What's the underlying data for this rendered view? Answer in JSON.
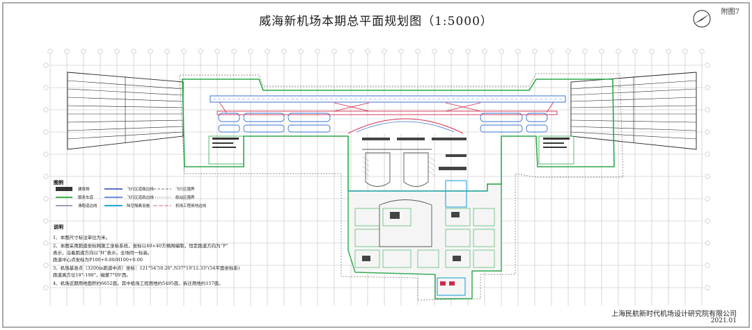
{
  "title": "威海新机场本期总平面规划图（1:5000）",
  "sheet_number": "附图7",
  "company": "上海民航新时代机场设计研究院有限公司",
  "date": "2021.01",
  "legend": {
    "title": "图例",
    "items": [
      {
        "label": "建筑物",
        "color": "#333333"
      },
      {
        "label": "服务车道",
        "color": "#3cb14a"
      },
      {
        "label": "滑跑道边线",
        "color": "#9aa0b8"
      },
      {
        "label": "飞行区道面边线",
        "color": "#2b3fa8"
      },
      {
        "label": "飞行区道肩边线",
        "color": "#3b6fd0"
      },
      {
        "label": "陆空隔离设施",
        "color": "#20a4d8"
      },
      {
        "label": "飞行区围界",
        "color": "#444444"
      },
      {
        "label": "航站区围界",
        "color": "#444444"
      },
      {
        "label": "机场工程用地边线",
        "color": "#c0397a"
      }
    ]
  },
  "notes": {
    "title": "说明",
    "lines": [
      "1、本图尺寸标注单位为米。",
      "2、本图采用跑道坐标网施工坐标系统，坐标以40×40方格网编制，恒定跑道方向为“P”",
      "表示，沿着跑道方向以“H”表示，全场同一标高。",
      "跑道中心点坐标为P100+0.00/H100+0.00",
      "3、机场基准点（3200m跑道中点）坐标：121°54'50.20\",N37°19'12.33\"(54平面坐标系)",
      "跑道真方位18°-198°，磁差7°09'西。",
      "4、机场近期用地面积约6652亩，其中机场工程用地约5495亩，拆迁用地约157亩。"
    ]
  },
  "colors": {
    "runway": "#3a6fd0",
    "taxiway": "#d12a4b",
    "boundary": "#2aa84a",
    "isolation": "#20a4d8",
    "grid": "#b8b8b8",
    "building": "#333333"
  }
}
